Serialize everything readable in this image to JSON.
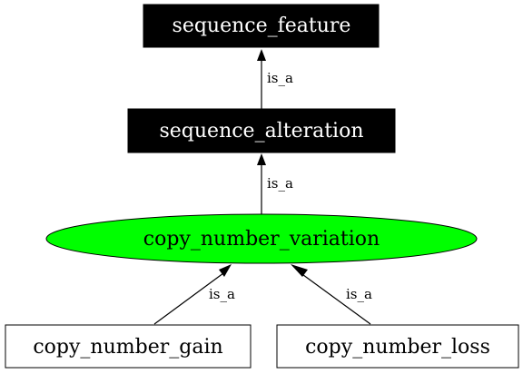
{
  "nodes": {
    "sequence_feature": {
      "label": "sequence_feature",
      "shape": "box",
      "fill": "#000000",
      "text_color": "#ffffff"
    },
    "sequence_alteration": {
      "label": "sequence_alteration",
      "shape": "box",
      "fill": "#000000",
      "text_color": "#ffffff"
    },
    "copy_number_variation": {
      "label": "copy_number_variation",
      "shape": "ellipse",
      "fill": "#00ff00",
      "text_color": "#000000"
    },
    "copy_number_gain": {
      "label": "copy_number_gain",
      "shape": "box",
      "fill": "#ffffff",
      "text_color": "#000000"
    },
    "copy_number_loss": {
      "label": "copy_number_loss",
      "shape": "box",
      "fill": "#ffffff",
      "text_color": "#000000"
    }
  },
  "edges": [
    {
      "from": "sequence_alteration",
      "to": "sequence_feature",
      "label": "is_a"
    },
    {
      "from": "copy_number_variation",
      "to": "sequence_alteration",
      "label": "is_a"
    },
    {
      "from": "copy_number_gain",
      "to": "copy_number_variation",
      "label": "is_a"
    },
    {
      "from": "copy_number_loss",
      "to": "copy_number_variation",
      "label": "is_a"
    }
  ]
}
